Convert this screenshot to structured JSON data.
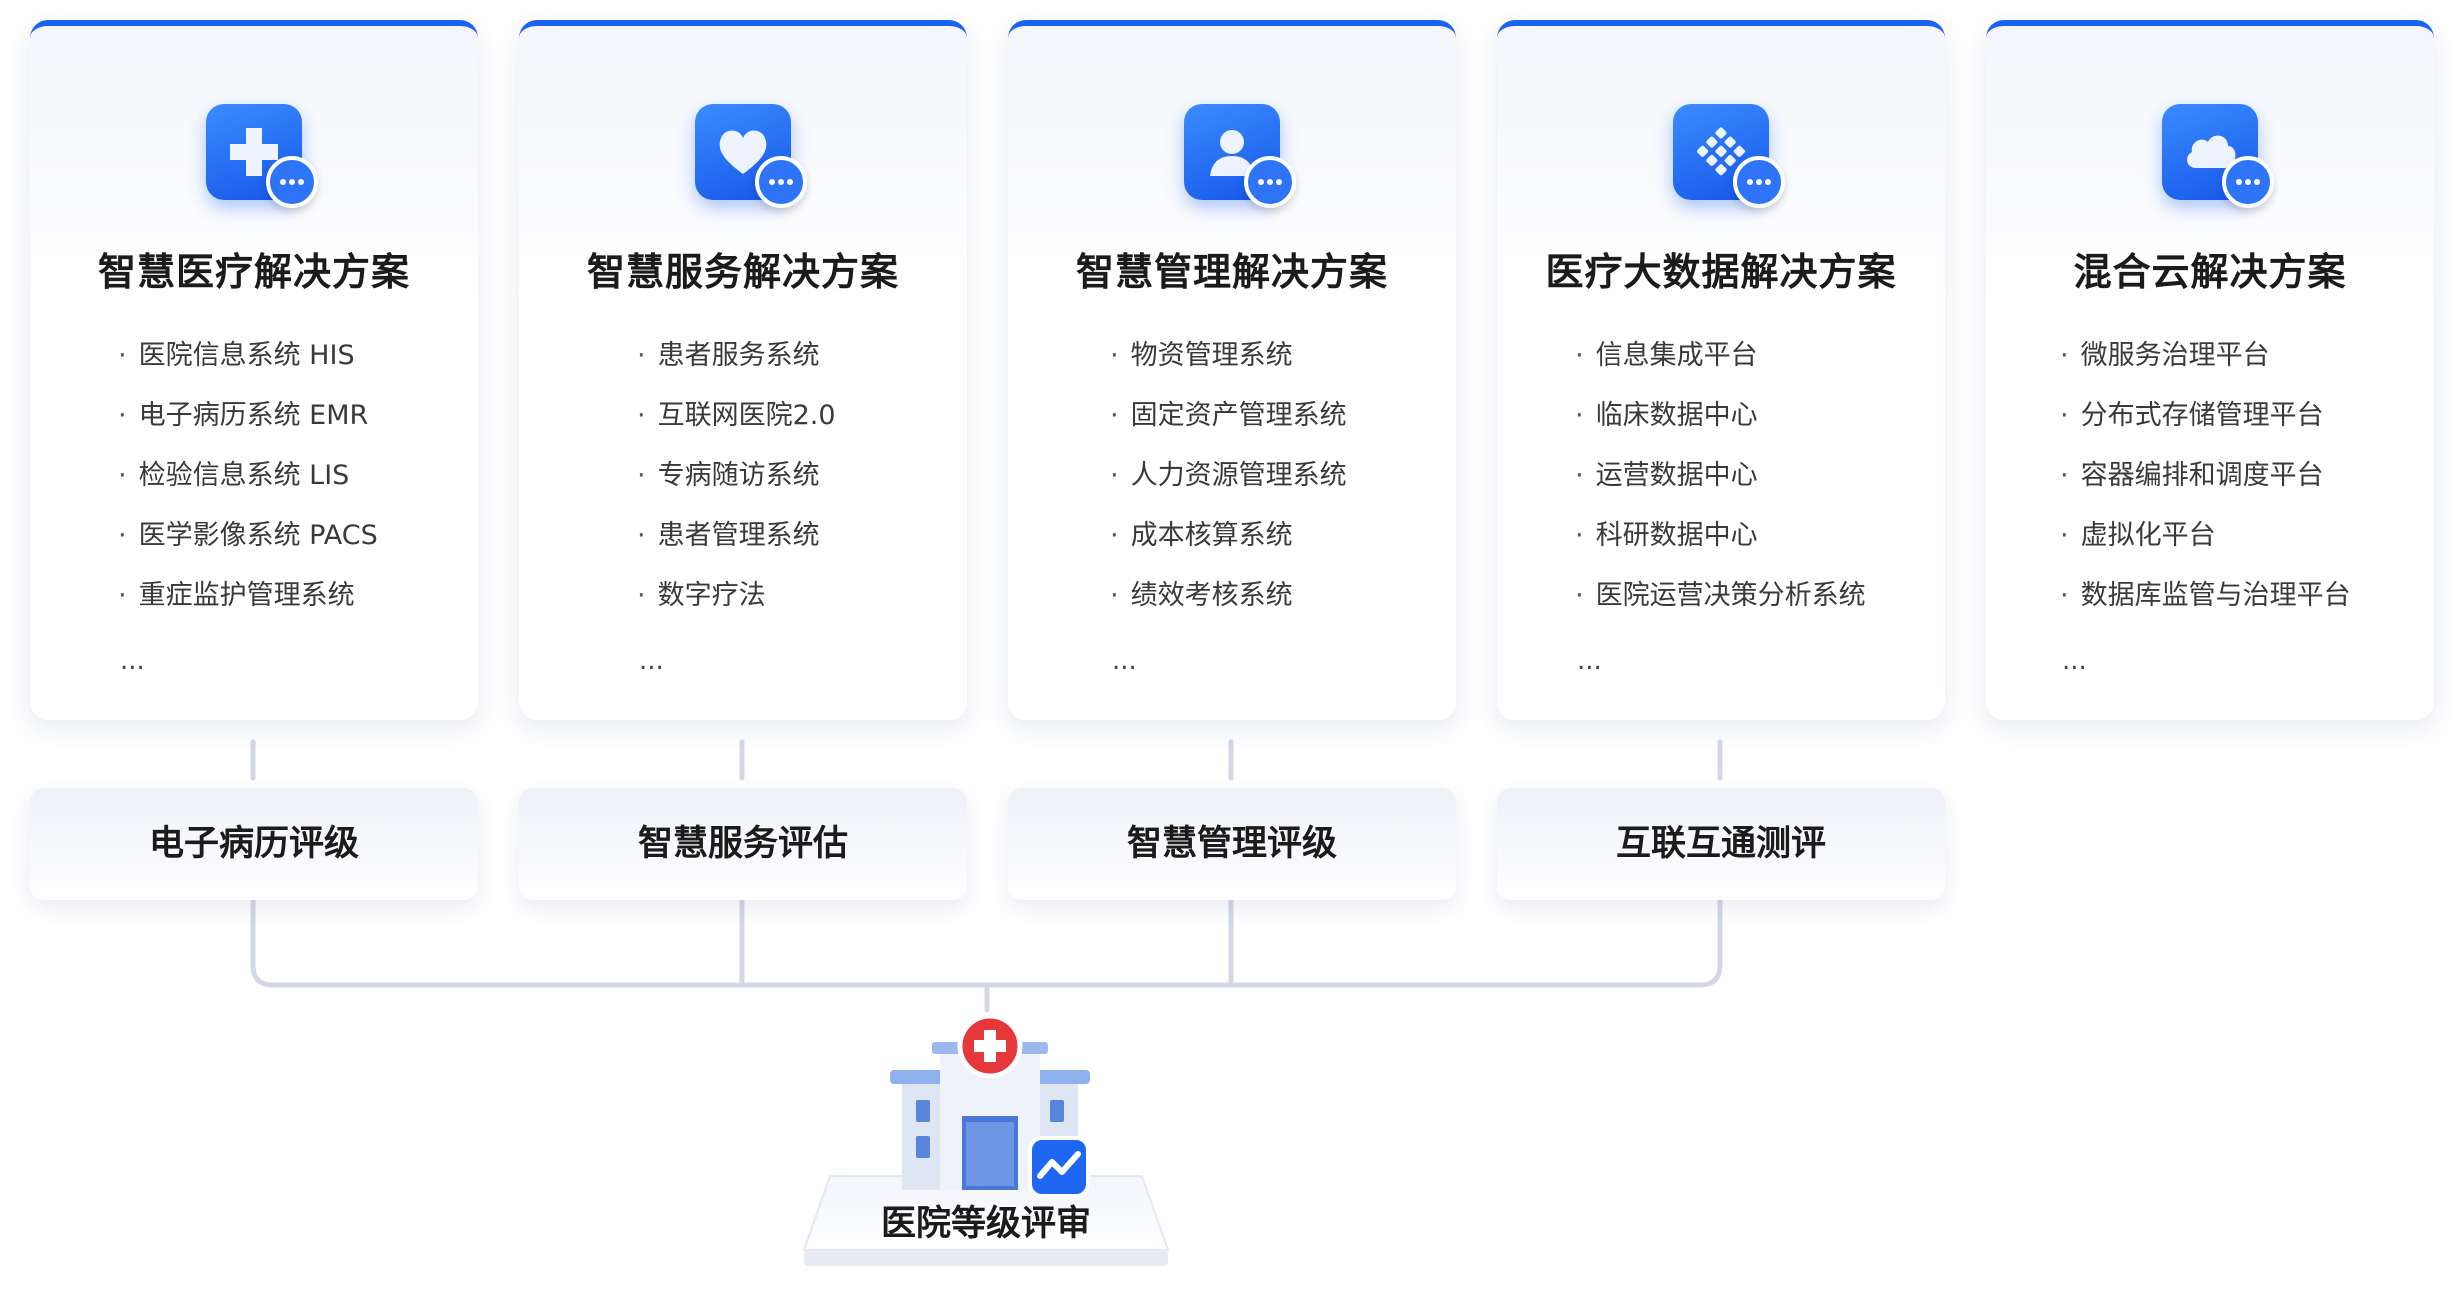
{
  "solutions": [
    {
      "icon": "medical-cross-icon",
      "title": "智慧医疗解决方案",
      "items": [
        "医院信息系统 HIS",
        "电子病历系统 EMR",
        "检验信息系统 LIS",
        "医学影像系统 PACS",
        "重症监护管理系统"
      ],
      "more": "..."
    },
    {
      "icon": "heart-icon",
      "title": "智慧服务解决方案",
      "items": [
        "患者服务系统",
        "互联网医院2.0",
        "专病随访系统",
        "患者管理系统",
        "数字疗法"
      ],
      "more": "..."
    },
    {
      "icon": "person-icon",
      "title": "智慧管理解决方案",
      "items": [
        "物资管理系统",
        "固定资产管理系统",
        "人力资源管理系统",
        "成本核算系统",
        "绩效考核系统"
      ],
      "more": "..."
    },
    {
      "icon": "data-grid-icon",
      "title": "医疗大数据解决方案",
      "items": [
        "信息集成平台",
        "临床数据中心",
        "运营数据中心",
        "科研数据中心",
        "医院运营决策分析系统"
      ],
      "more": "..."
    },
    {
      "icon": "cloud-icon",
      "title": "混合云解决方案",
      "items": [
        "微服务治理平台",
        "分布式存储管理平台",
        "容器编排和调度平台",
        "虚拟化平台",
        "数据库监管与治理平台"
      ],
      "more": "..."
    }
  ],
  "evaluations": [
    "电子病历评级",
    "智慧服务评估",
    "智慧管理评级",
    "互联互通测评"
  ],
  "final": {
    "label": "医院等级评审",
    "icon": "hospital-icon",
    "badge_icon": "trend-chart-icon"
  },
  "colors": {
    "accent": "#1a62f0",
    "connector": "#d3d8e4",
    "hospital_cross": "#e5383b"
  }
}
